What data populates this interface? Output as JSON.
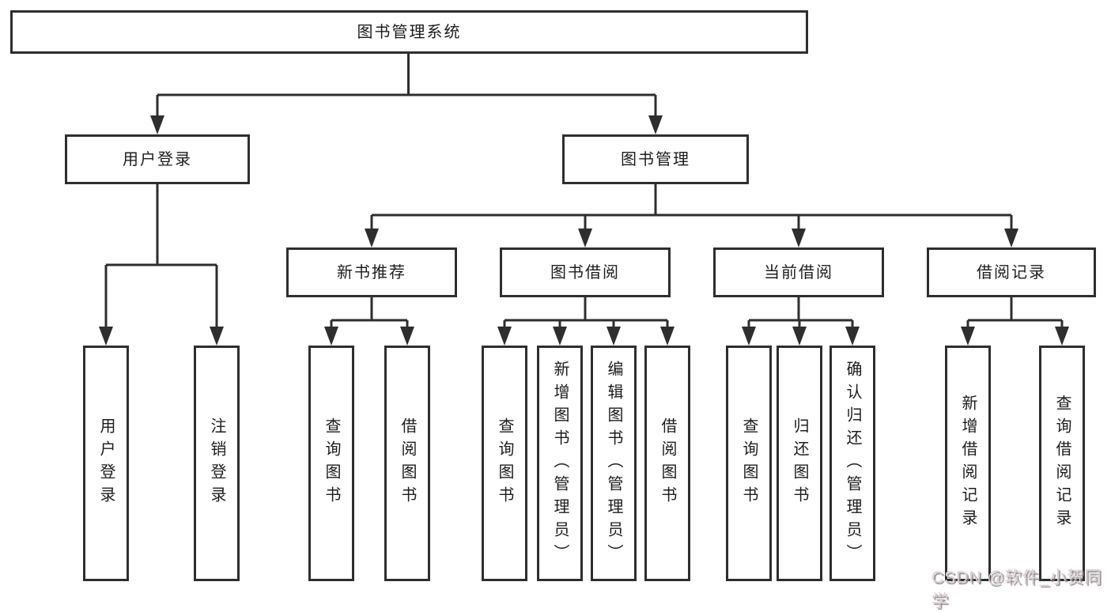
{
  "colors": {
    "line": "#2e2e2e",
    "box_border": "#2e2e2e",
    "text": "#1c1c1c",
    "background": "#ffffff",
    "watermark_text": "#d8d0d2",
    "watermark_shadow": "#8e8689"
  },
  "watermark": {
    "text": "CSDN @软件_小贺同学"
  },
  "tree": {
    "label": "图书管理系统",
    "children": [
      {
        "label": "用户登录",
        "children": [
          {
            "label": "用户登录"
          },
          {
            "label": "注销登录"
          }
        ]
      },
      {
        "label": "图书管理",
        "children": [
          {
            "label": "新书推荐",
            "children": [
              {
                "label": "查询图书"
              },
              {
                "label": "借阅图书"
              }
            ]
          },
          {
            "label": "图书借阅",
            "children": [
              {
                "label": "查询图书"
              },
              {
                "label": "新增图书（管理员）"
              },
              {
                "label": "编辑图书（管理员）"
              },
              {
                "label": "借阅图书"
              }
            ]
          },
          {
            "label": "当前借阅",
            "children": [
              {
                "label": "查询图书"
              },
              {
                "label": "归还图书"
              },
              {
                "label": "确认归还（管理员）"
              }
            ]
          },
          {
            "label": "借阅记录",
            "children": [
              {
                "label": "新增借阅记录"
              },
              {
                "label": "查询借阅记录"
              }
            ]
          }
        ]
      }
    ]
  }
}
